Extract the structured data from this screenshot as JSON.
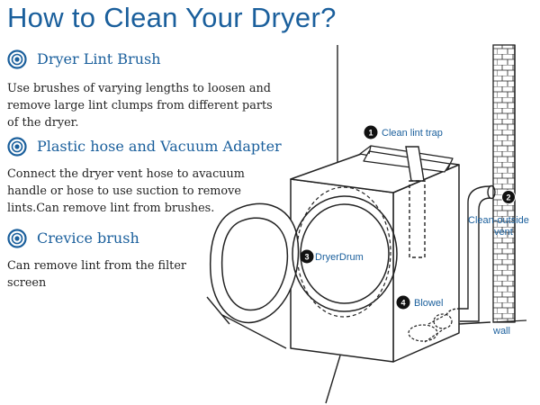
{
  "title": "How to Clean Your Dryer?",
  "colors": {
    "heading": "#1a5f9c",
    "text": "#222222",
    "line": "#222222",
    "marker": "#111111"
  },
  "sections": [
    {
      "heading": "Dryer Lint Brush",
      "icon": "target-icon",
      "lines": [
        "Use brushes of varying lengths to loosen and",
        "remove large lint clumps from different parts",
        "of the dryer."
      ]
    },
    {
      "heading": "Plastic hose and Vacuum Adapter",
      "icon": "target-icon",
      "lines": [
        "Connect the dryer vent hose to avacuum",
        "handle or hose to use suction to remove",
        "lints.Can remove lint from brushes."
      ]
    },
    {
      "heading": "Crevice brush",
      "icon": "target-icon",
      "lines": [
        "Can remove lint from the filter",
        "screen"
      ]
    }
  ],
  "callouts": [
    {
      "number": "1",
      "label": "Clean lint trap"
    },
    {
      "number": "2",
      "label_line1": "Clean-outside",
      "label_line2": "vent"
    },
    {
      "number": "3",
      "label": "DryerDrum"
    },
    {
      "number": "4",
      "label": "Blowel"
    }
  ],
  "wall_label": "wall"
}
